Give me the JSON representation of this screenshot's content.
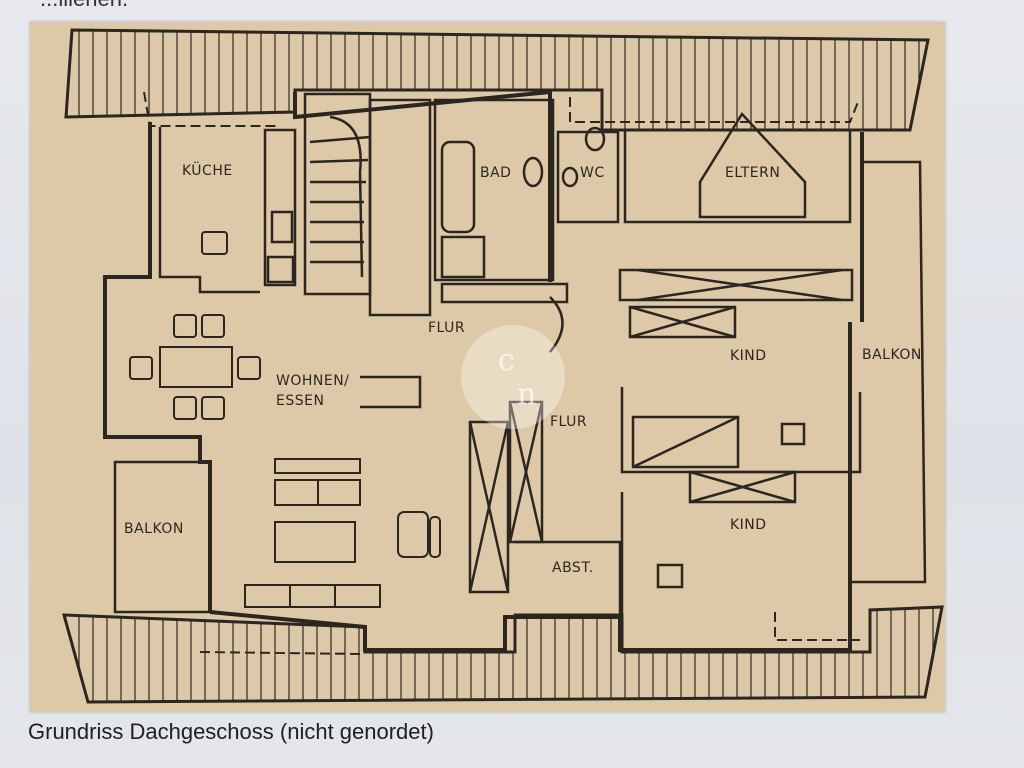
{
  "top_fragment": "...ilienen.",
  "rooms": {
    "kueche": "KÜCHE",
    "bad": "BAD",
    "wc": "WC",
    "eltern": "ELTERN",
    "flur1": "FLUR",
    "wohnen_line1": "WOHNEN/",
    "wohnen_line2": "ESSEN",
    "flur2": "FLUR",
    "kind1": "KIND",
    "balkon_right": "BALKON",
    "balkon_left": "BALKON",
    "kind2": "KIND",
    "abst": "ABST."
  },
  "watermark": {
    "top": "c",
    "bottom": "n"
  },
  "caption": "Grundriss Dachgeschoss (nicht genordet)"
}
